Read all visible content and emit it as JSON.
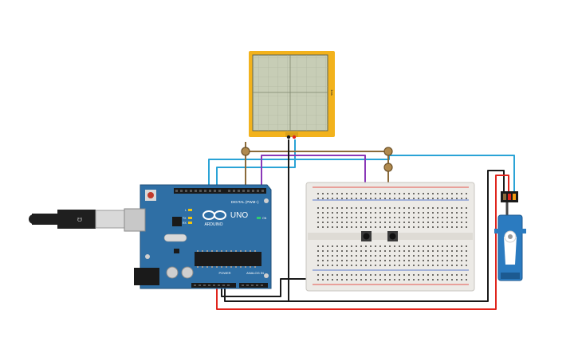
{
  "colors": {
    "arduino_board": "#2f6fa5",
    "breadboard": "#eceae6",
    "oscilloscope_frame": "#f2b21c",
    "oscilloscope_screen": "#c7cdb6",
    "servo_body": "#2b7bc0",
    "wire_red": "#e0241c",
    "wire_black": "#1a1a1a",
    "wire_cyan": "#2aa3d6",
    "wire_purple": "#8a38b8",
    "wire_brown": "#8a6a3a"
  },
  "arduino": {
    "logo_text": "ARDUINO",
    "model_text": "UNO",
    "digital_header_label": "DIGITAL (PWM~)",
    "power_label": "POWER",
    "analog_label": "ANALOG IN",
    "on_label": "ON",
    "tx_label": "TX",
    "rx_label": "RX",
    "l_label": "L"
  },
  "oscilloscope": {
    "side_label": "1ms"
  },
  "components": [
    "oscilloscope",
    "arduino-uno",
    "usb-cable",
    "breadboard",
    "pushbutton-1",
    "pushbutton-2",
    "servo-motor"
  ]
}
